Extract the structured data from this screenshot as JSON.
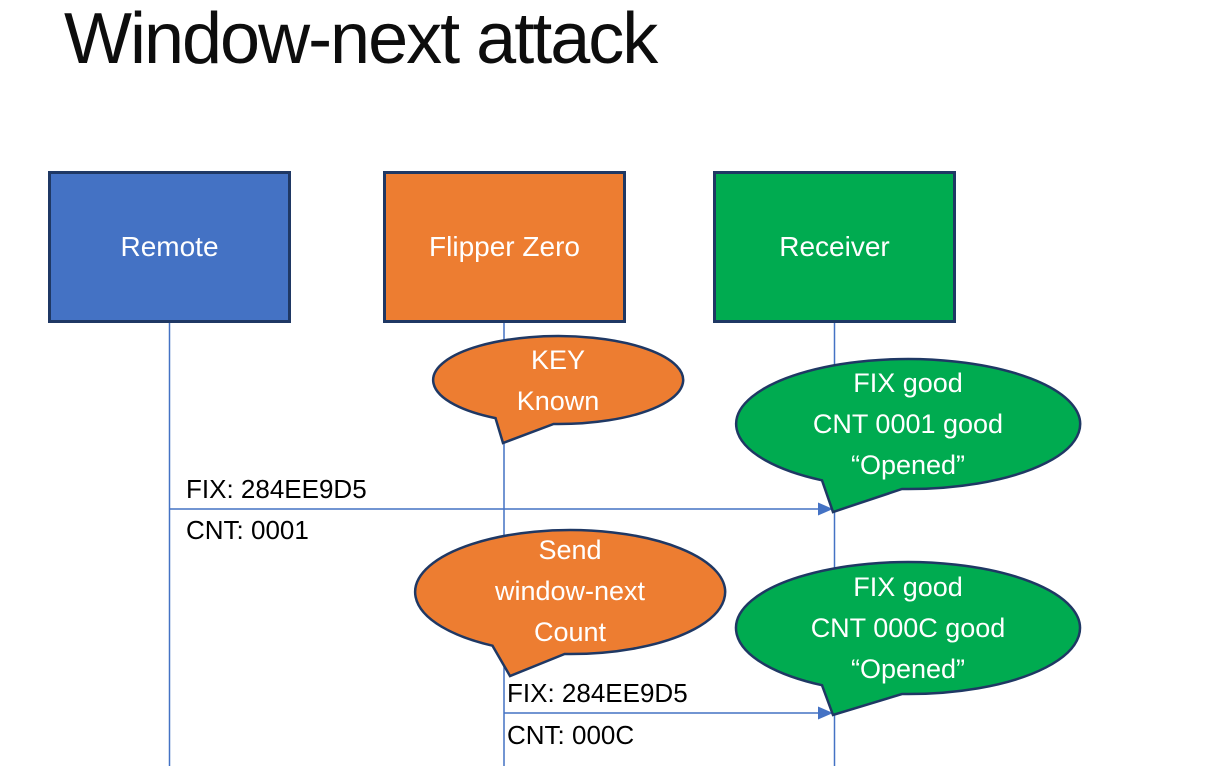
{
  "title": "Window-next attack",
  "colors": {
    "blue": "#4472C4",
    "orange": "#ED7D31",
    "green": "#00AB50",
    "navy": "#1F3864",
    "line": "#4472C4",
    "label": "#FFFFFF"
  },
  "actors": [
    {
      "label": "Remote",
      "color": "blue"
    },
    {
      "label": "Flipper Zero",
      "color": "orange"
    },
    {
      "label": "Receiver",
      "color": "green"
    }
  ],
  "callouts": [
    {
      "lines": [
        "KEY",
        "Known"
      ],
      "color": "orange",
      "attached_to": "Flipper Zero"
    },
    {
      "lines": [
        "FIX good",
        "CNT 0001 good",
        "“Opened”"
      ],
      "color": "green",
      "attached_to": "Receiver"
    },
    {
      "lines": [
        "Send",
        "window-next",
        "Count"
      ],
      "color": "orange",
      "attached_to": "Flipper Zero"
    },
    {
      "lines": [
        "FIX good",
        "CNT 000C good",
        "“Opened”"
      ],
      "color": "green",
      "attached_to": "Receiver"
    }
  ],
  "messages": [
    {
      "from": "Remote",
      "to": "Receiver",
      "label_top": "FIX: 284EE9D5",
      "label_bottom": "CNT: 0001"
    },
    {
      "from": "Flipper Zero",
      "to": "Receiver",
      "label_top": "FIX: 284EE9D5",
      "label_bottom": "CNT: 000C"
    }
  ]
}
